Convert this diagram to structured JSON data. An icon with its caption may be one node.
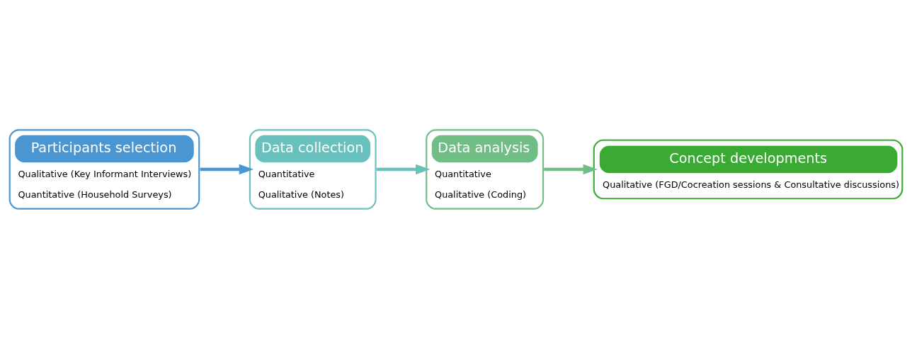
{
  "diagram": {
    "nodes": [
      {
        "text": [
          "Participants selection",
          "Qualitative (Key Informant Interviews)",
          "Quantitative (Household Surveys)"
        ]
      },
      {
        "text": [
          "Data collection",
          "Quantitative",
          "Qualitative (Notes)"
        ]
      },
      {
        "text": [
          "Data analysis",
          "Quantitative",
          "Qualitative (Coding)"
        ]
      },
      {
        "text": [
          "Concept developments",
          "Qualitative (FGD/Cocreation sessions & Consultative discussions)"
        ]
      }
    ],
    "edges": [
      {
        "from": 0,
        "to": 1,
        "arrow": "to",
        "color": "#4a96d2"
      },
      {
        "from": 1,
        "to": 2,
        "arrow": "to",
        "color": "#68c1bd"
      },
      {
        "from": 2,
        "to": 3,
        "arrow": "to",
        "color": "#70bd85"
      }
    ]
  }
}
